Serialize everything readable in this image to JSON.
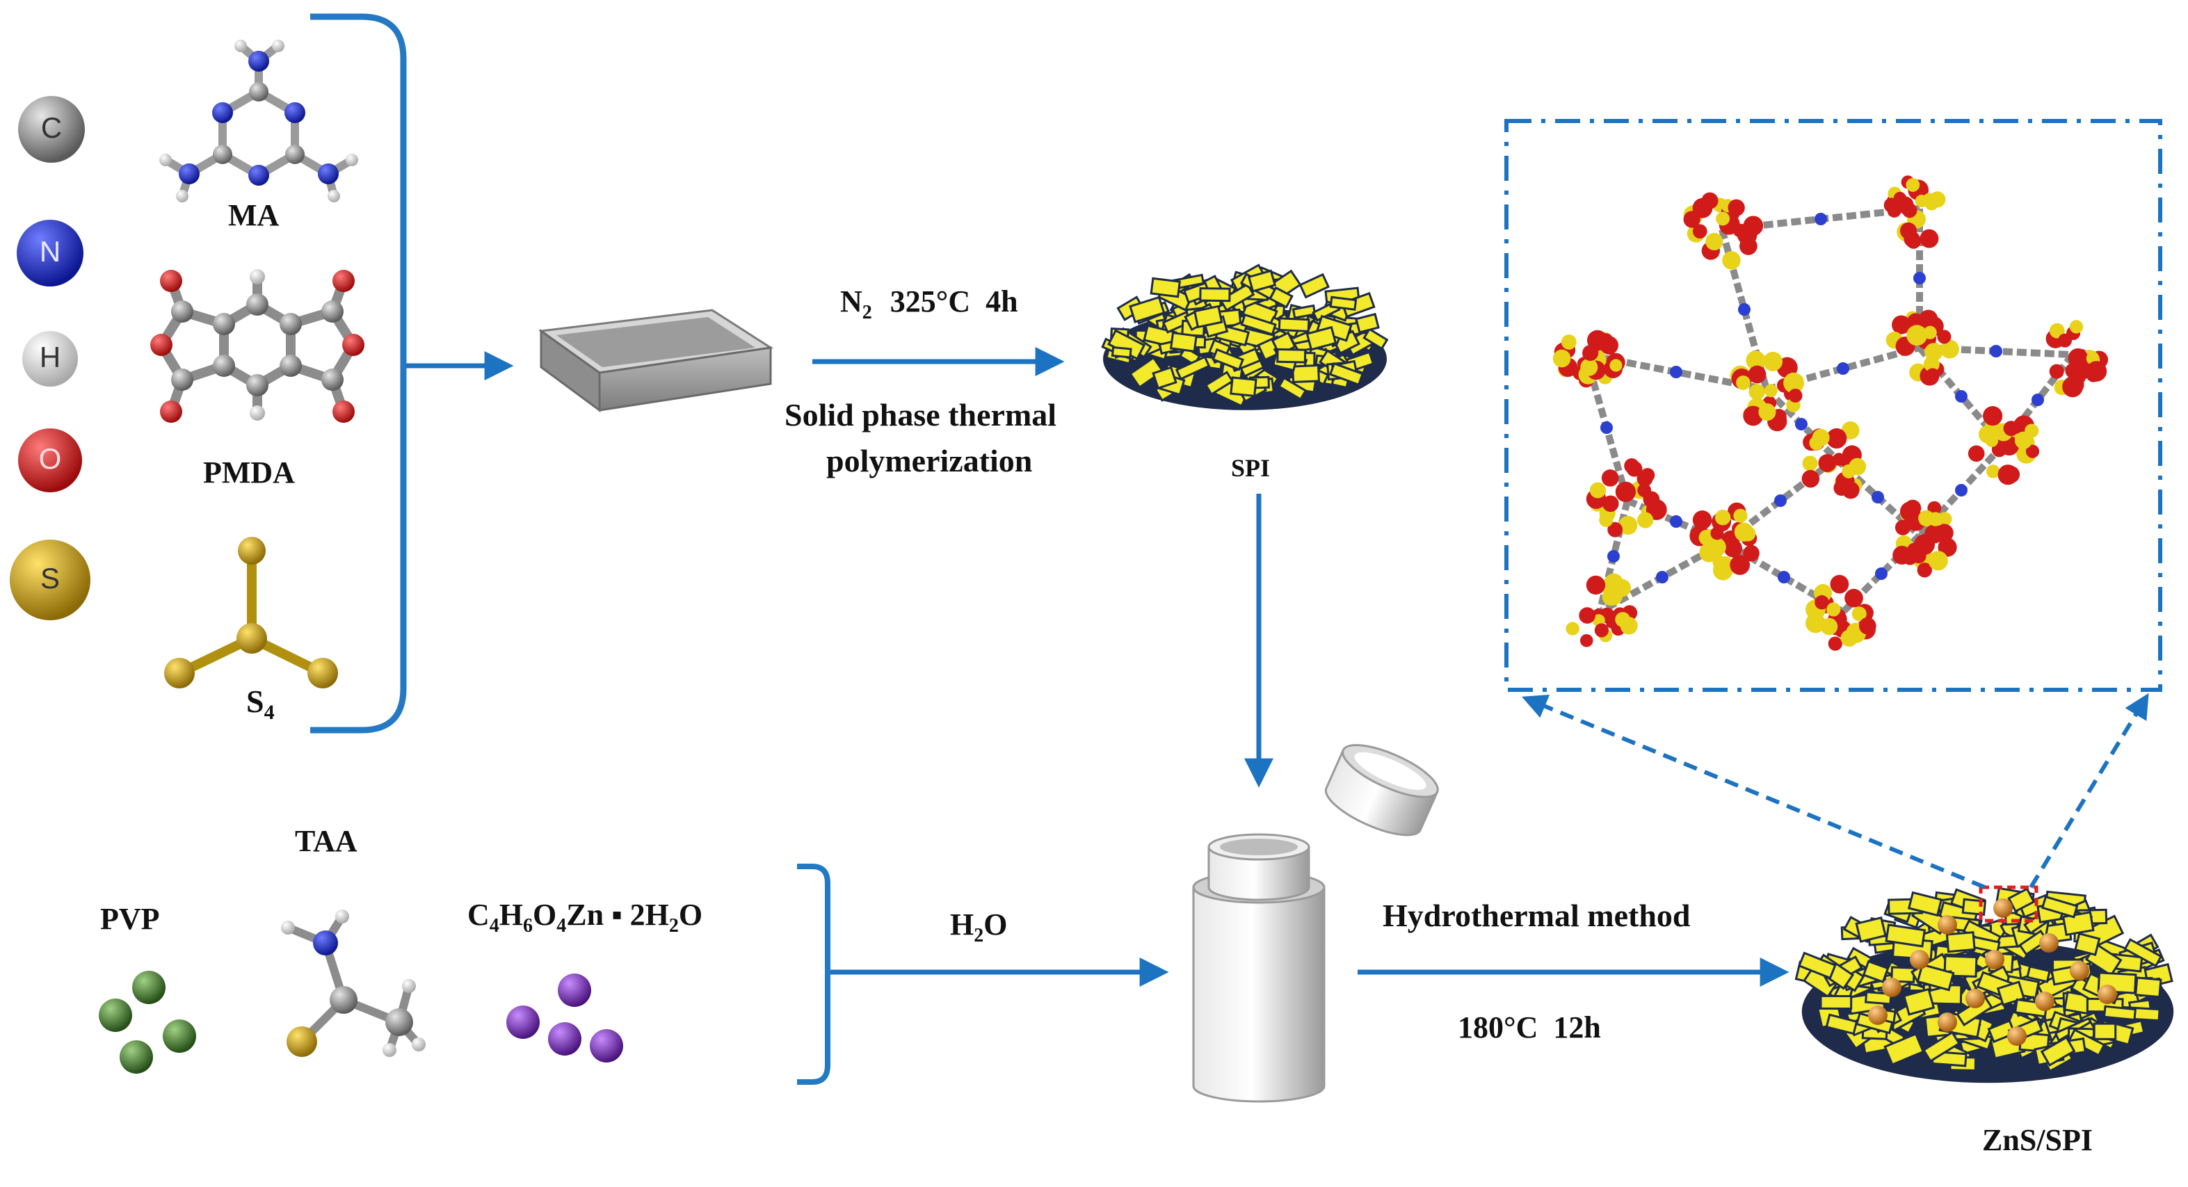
{
  "legend": {
    "atoms": [
      {
        "symbol": "C",
        "color": "#8a8a8a"
      },
      {
        "symbol": "N",
        "color": "#1f2fc7"
      },
      {
        "symbol": "H",
        "color": "#d8d8d8"
      },
      {
        "symbol": "O",
        "color": "#d11a1a"
      },
      {
        "symbol": "S",
        "color": "#c9a11a"
      }
    ]
  },
  "precursors": {
    "ma": "MA",
    "pmda": "PMDA",
    "s4_main": "S",
    "s4_sub": "4"
  },
  "step1": {
    "condition_n": "N",
    "condition_n_sub": "2",
    "condition_rest": "325°C  4h",
    "method_line1": "Solid phase thermal",
    "method_line2": "polymerization"
  },
  "product1": "SPI",
  "reagents": {
    "pvp": "PVP",
    "taa": "TAA",
    "zinc_c": "C",
    "zinc_c_sub": "4",
    "zinc_h": "H",
    "zinc_h_sub": "6",
    "zinc_o": "O",
    "zinc_o_sub": "4",
    "zinc_zn": "Zn ▪ 2H",
    "zinc_h2o_sub": "2",
    "zinc_end": "O"
  },
  "solvent": {
    "h": "H",
    "sub": "2",
    "o": "O"
  },
  "step2": {
    "method": "Hydrothermal method",
    "condition": "180°C  12h"
  },
  "product2": "ZnS/SPI",
  "colors": {
    "arrow": "#1b73c2",
    "bracket": "#2479c4",
    "flake": "#f2ea2a",
    "flake_edge": "#1e2b4a",
    "particle": "#d8841a",
    "highlight": "#e02020"
  }
}
